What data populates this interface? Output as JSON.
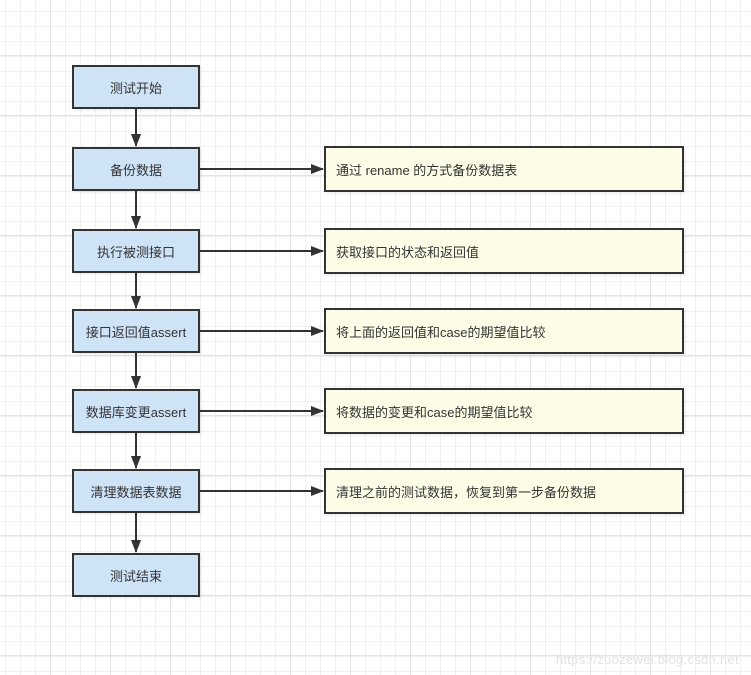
{
  "flow": {
    "steps": [
      {
        "label": "测试开始"
      },
      {
        "label": "备份数据"
      },
      {
        "label": "执行被测接口"
      },
      {
        "label": "接口返回值assert"
      },
      {
        "label": "数据库变更assert"
      },
      {
        "label": "清理数据表数据"
      },
      {
        "label": "测试结束"
      }
    ],
    "notes": [
      {
        "text": "通过 rename 的方式备份数据表"
      },
      {
        "text": "获取接口的状态和返回值"
      },
      {
        "text": "将上面的返回值和case的期望值比较"
      },
      {
        "text": "将数据的变更和case的期望值比较"
      },
      {
        "text": "清理之前的测试数据，恢复到第一步备份数据"
      }
    ]
  },
  "watermark": {
    "text": "https://zuozewei.blog.csdn.net"
  },
  "colors": {
    "step_fill": "#cfe3f7",
    "note_fill": "#fdfde7",
    "border": "#333333",
    "text": "#333333",
    "grid_minor": "#f0f0f0",
    "grid_major": "#e3e3e3",
    "watermark": "#e2e2e2"
  }
}
